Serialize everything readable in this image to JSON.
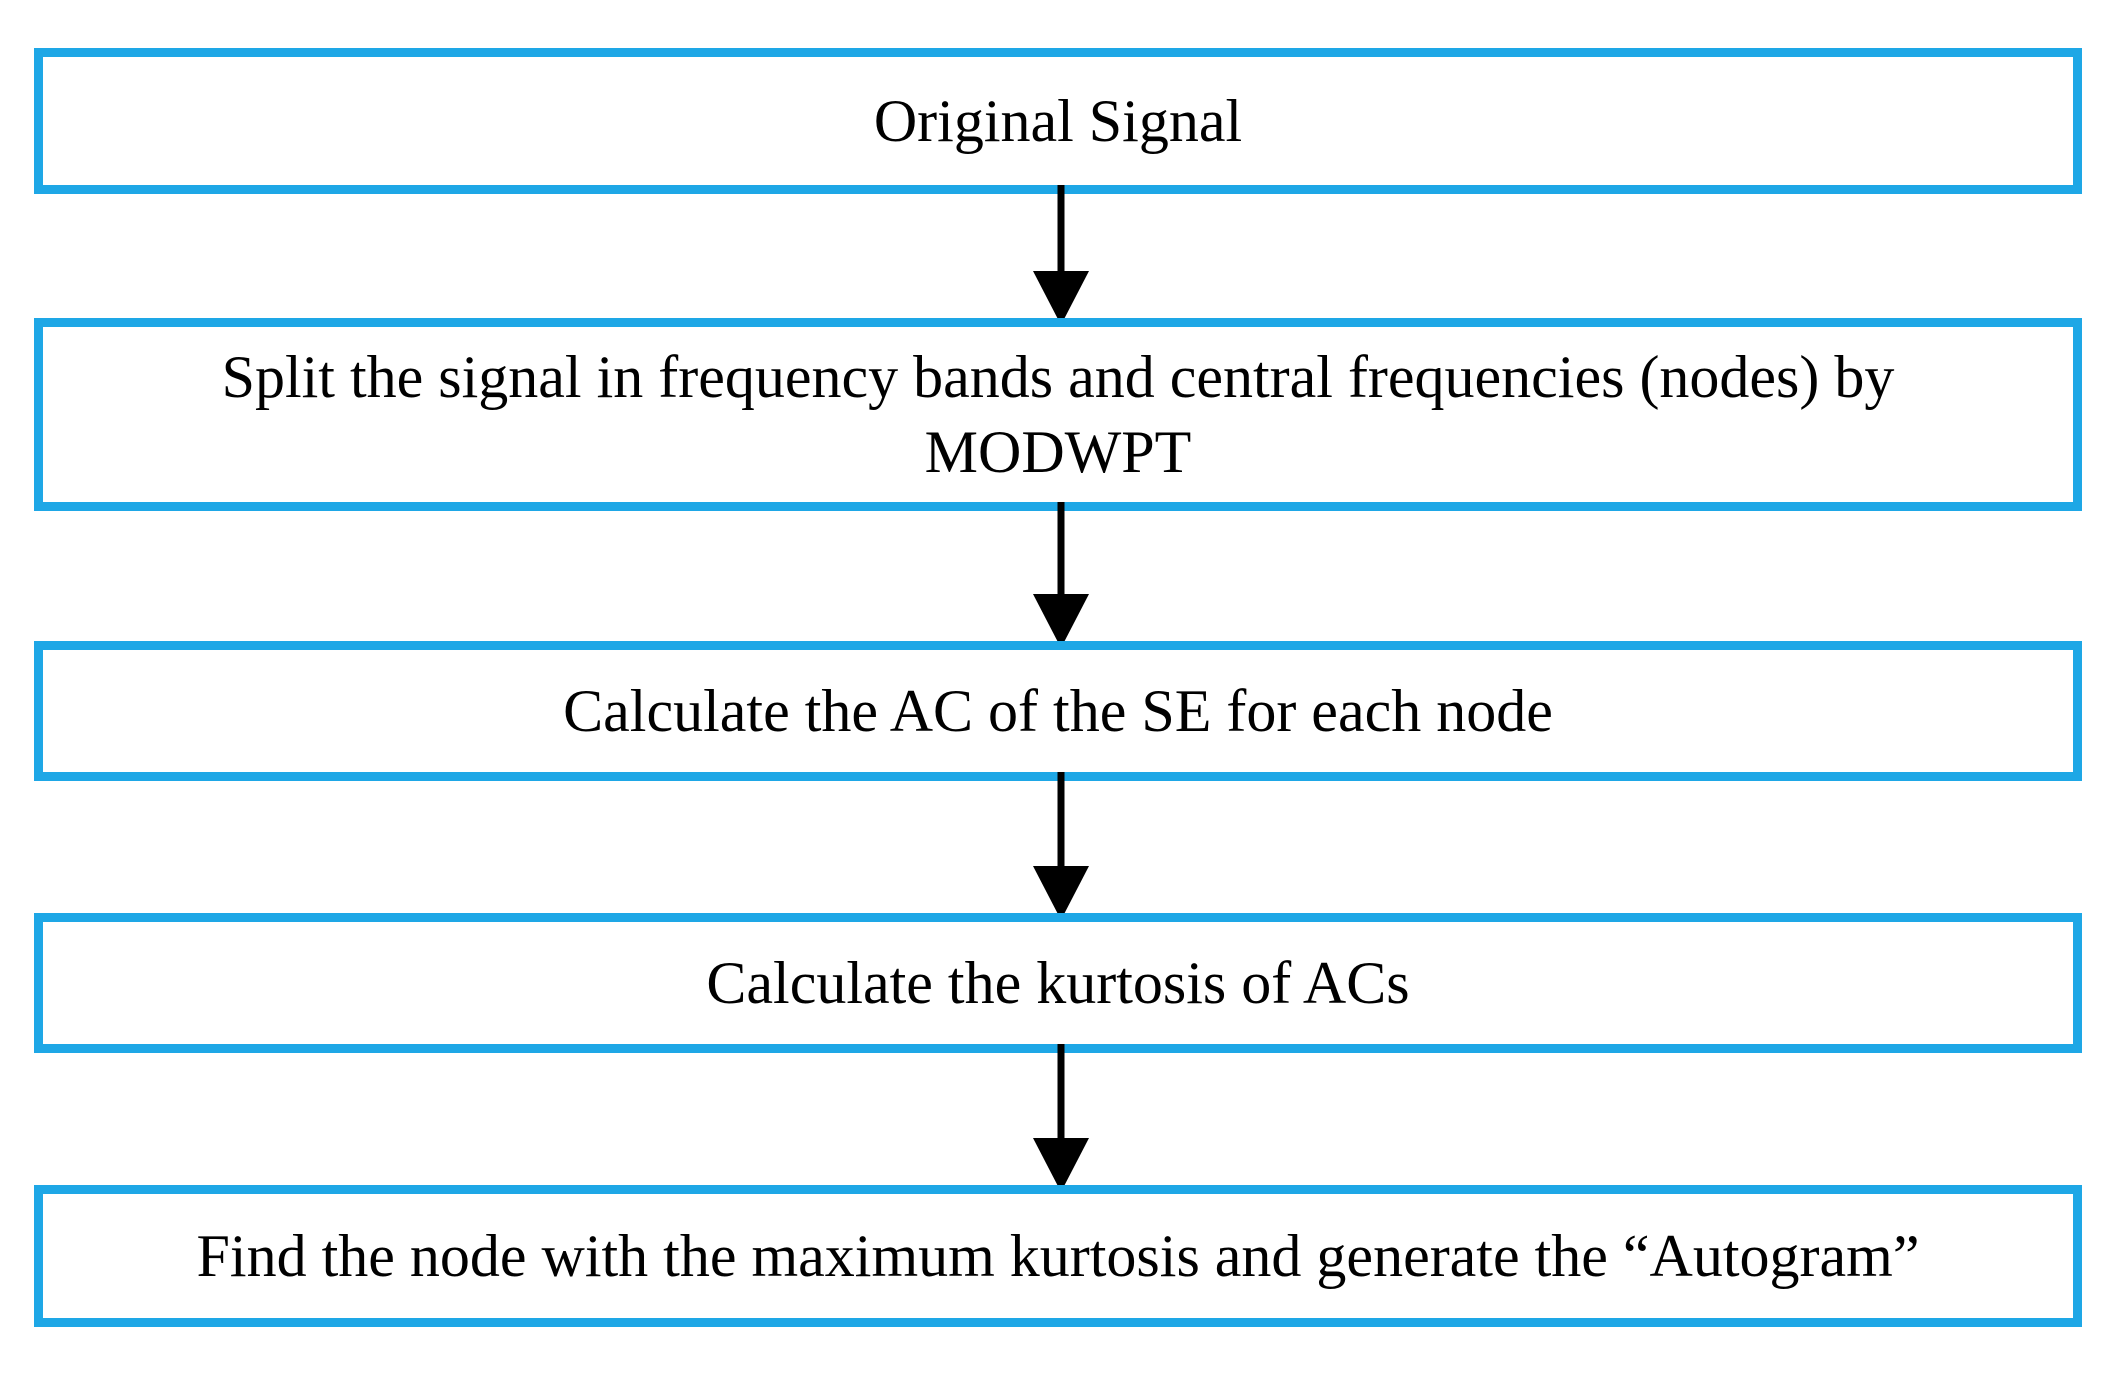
{
  "flowchart": {
    "steps": [
      {
        "label": "Original Signal"
      },
      {
        "label": "Split the signal in frequency bands and central frequencies (nodes) by MODWPT"
      },
      {
        "label": "Calculate the AC of the SE for each node"
      },
      {
        "label": "Calculate the kurtosis of ACs"
      },
      {
        "label": "Find the node with the maximum kurtosis and generate the “Autogram”"
      }
    ],
    "colors": {
      "box_border": "#1ea7e6",
      "arrow": "#000000",
      "text": "#000000"
    }
  }
}
